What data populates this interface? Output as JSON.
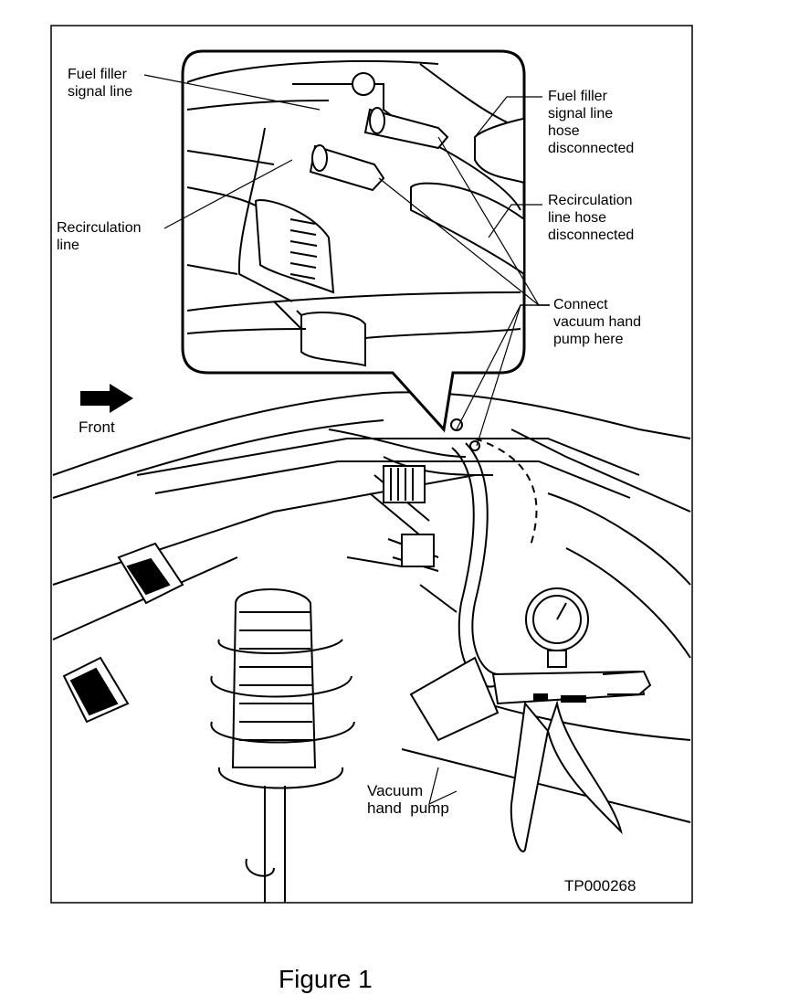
{
  "labels": {
    "fuel_filler_signal_line": [
      "Fuel filler",
      "signal line"
    ],
    "recirculation_line": [
      "Recirculation",
      "line"
    ],
    "fuel_filler_hose_disconnected": [
      "Fuel filler",
      "signal line",
      "hose",
      "disconnected"
    ],
    "recirculation_hose_disconnected": [
      "Recirculation",
      "line hose",
      "disconnected"
    ],
    "connect_pump": [
      "Connect",
      "vacuum hand",
      "pump here"
    ],
    "front": "Front",
    "vacuum_hand_pump": [
      "Vacuum",
      "hand  pump"
    ],
    "figure_code": "TP000268"
  },
  "caption": "Figure 1"
}
